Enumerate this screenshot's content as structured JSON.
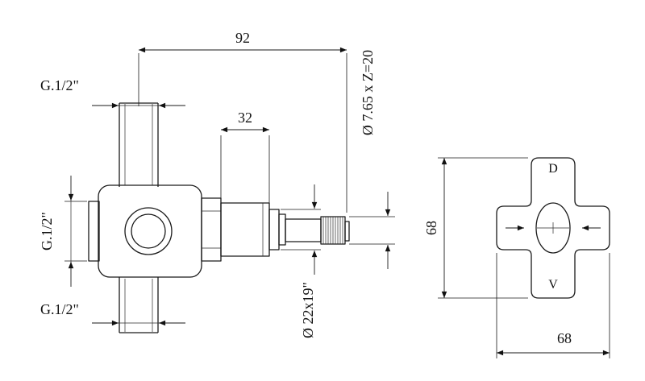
{
  "side": {
    "dim_overall": "92",
    "dim_cartridge": "32",
    "thread_top": "G.1/2\"",
    "thread_left": "G.1/2\"",
    "thread_bottom": "G.1/2\"",
    "spline_spec": "Ø 7.65 x Z=20",
    "stem_spec": "Ø 22x19\""
  },
  "front": {
    "label_shower": "D",
    "label_bath": "V",
    "dim_height": "68",
    "dim_width": "68"
  },
  "colors": {
    "line": "#1a1a1a",
    "background": "#ffffff"
  }
}
